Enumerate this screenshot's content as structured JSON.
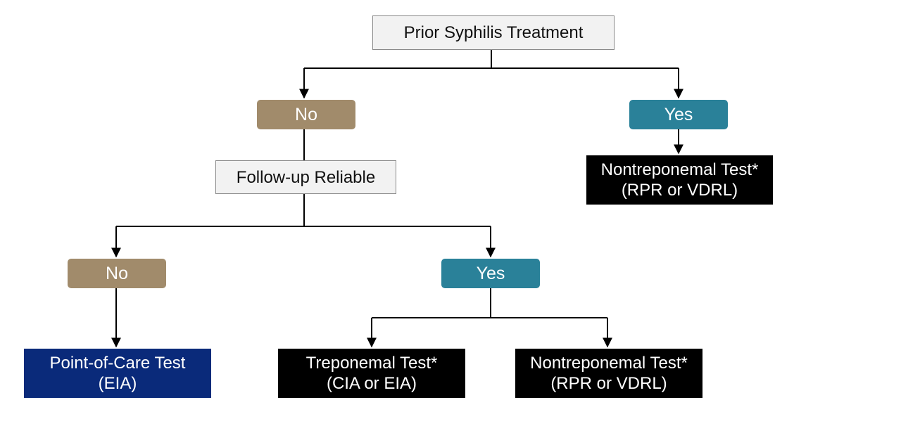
{
  "root": "Prior Syphilis Treatment",
  "branch_no": "No",
  "branch_yes": "Yes",
  "yes_result": {
    "line1": "Nontreponemal Test*",
    "line2": "(RPR or VDRL)"
  },
  "followup": "Follow-up Reliable",
  "followup_no": "No",
  "followup_yes": "Yes",
  "poc": {
    "line1": "Point-of-Care Test",
    "line2": "(EIA)"
  },
  "treponemal": {
    "line1": "Treponemal Test*",
    "line2": "(CIA or EIA)"
  },
  "nontreponemal": {
    "line1": "Nontreponemal Test*",
    "line2": "(RPR or VDRL)"
  },
  "colors": {
    "no": "#a18b6b",
    "yes": "#2a8199",
    "navy": "#0a2a7a",
    "black": "#000000"
  }
}
